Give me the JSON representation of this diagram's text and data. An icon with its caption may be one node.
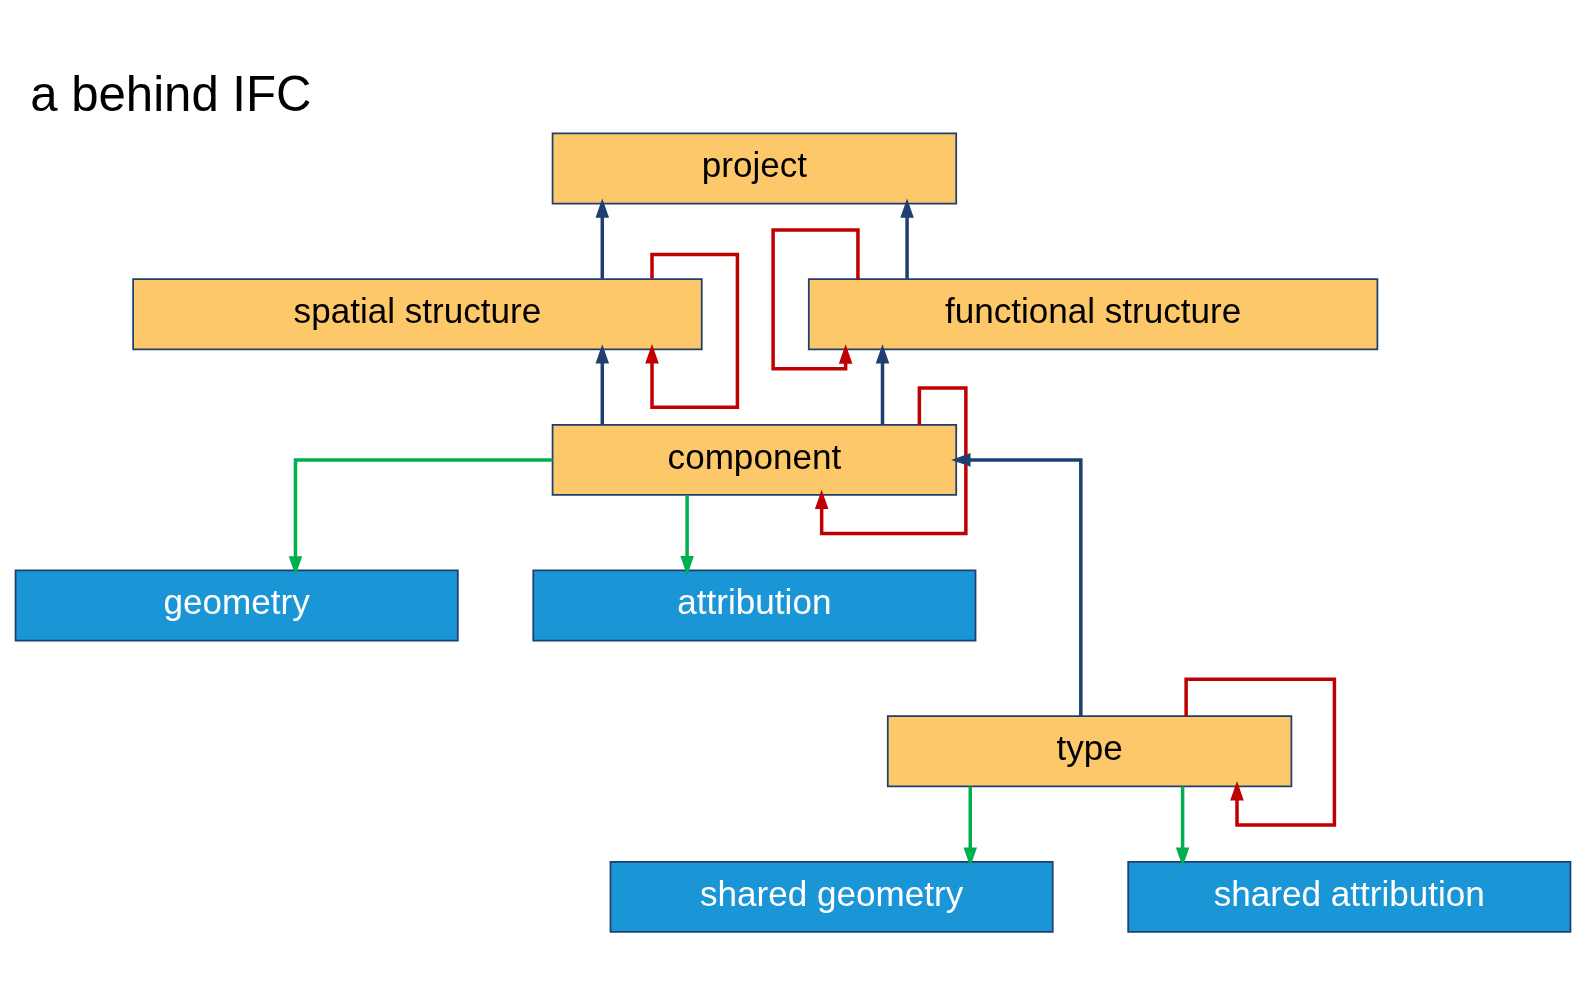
{
  "diagram": {
    "title": "a behind IFC",
    "nodes": [
      {
        "text": [
          "project"
        ]
      },
      {
        "text": [
          "spatial structure"
        ]
      },
      {
        "text": [
          "functional structure"
        ]
      },
      {
        "text": [
          "component"
        ]
      },
      {
        "text": [
          "geometry"
        ]
      },
      {
        "text": [
          "attribution"
        ]
      },
      {
        "text": [
          "type"
        ]
      },
      {
        "text": [
          "shared geometry"
        ]
      },
      {
        "text": [
          "shared attribution"
        ]
      }
    ],
    "edges": [
      {
        "from": 1,
        "to": 0,
        "arrow": "to"
      },
      {
        "from": 2,
        "to": 0,
        "arrow": "to"
      },
      {
        "from": 1,
        "to": 1,
        "arrow": "to",
        "color": "#c00000"
      },
      {
        "from": 2,
        "to": 2,
        "arrow": "to",
        "color": "#c00000"
      },
      {
        "from": 3,
        "to": 1,
        "arrow": "to"
      },
      {
        "from": 3,
        "to": 2,
        "arrow": "to"
      },
      {
        "from": 3,
        "to": 3,
        "arrow": "to",
        "color": "#c00000"
      },
      {
        "from": 3,
        "to": 4,
        "arrow": "to",
        "color": "#00b050"
      },
      {
        "from": 3,
        "to": 5,
        "arrow": "to",
        "color": "#00b050"
      },
      {
        "from": 6,
        "to": 3,
        "arrow": "to"
      },
      {
        "from": 6,
        "to": 6,
        "arrow": "to",
        "color": "#c00000"
      },
      {
        "from": 6,
        "to": 7,
        "arrow": "to",
        "color": "#00b050"
      },
      {
        "from": 6,
        "to": 8,
        "arrow": "to",
        "color": "#00b050"
      }
    ]
  }
}
